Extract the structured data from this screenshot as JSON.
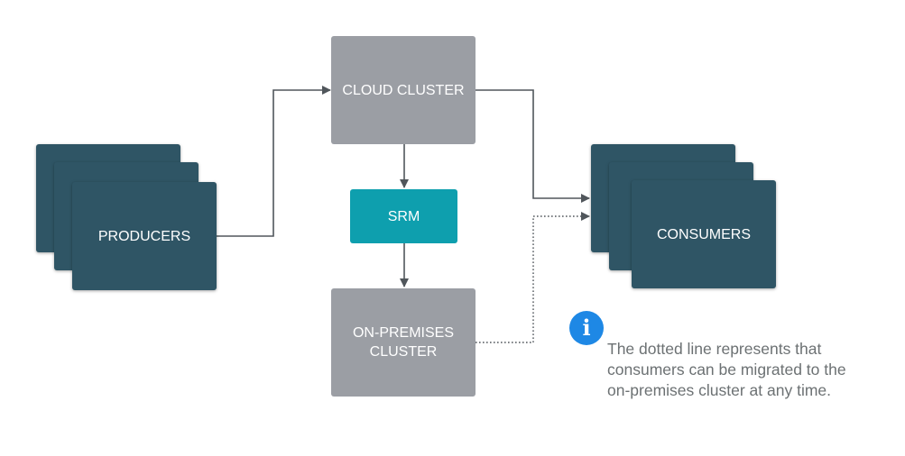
{
  "nodes": {
    "producers": "PRODUCERS",
    "cloud_cluster": "CLOUD CLUSTER",
    "srm": "SRM",
    "on_prem_cluster": "ON-PREMISES CLUSTER",
    "consumers": "CONSUMERS"
  },
  "note": {
    "icon": "info-icon",
    "text": "The dotted line represents that consumers can be migrated to the on-premises cluster at any time."
  },
  "colors": {
    "stack": "#2f5565",
    "cluster": "#9b9ea4",
    "srm": "#0e9fae",
    "connector": "#50565b",
    "info": "#1e88e5"
  }
}
